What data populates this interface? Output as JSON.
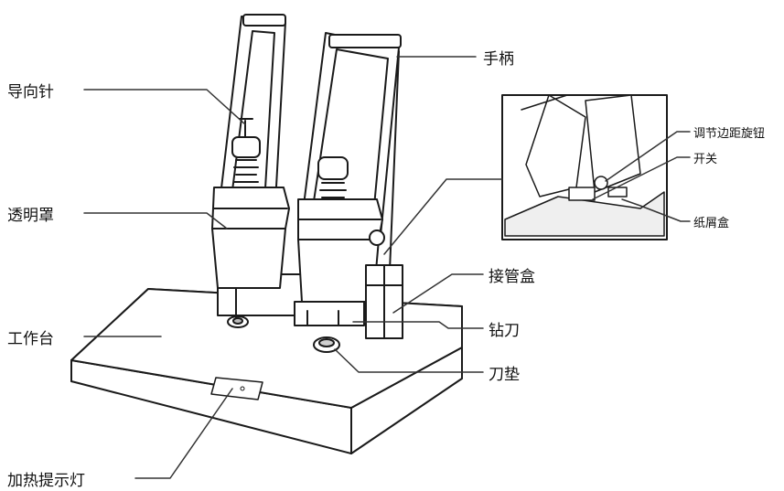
{
  "labels": {
    "guide_pin": "导向针",
    "transparent_cover": "透明罩",
    "worktable": "工作台",
    "heating_light": "加热提示灯",
    "handle": "手柄",
    "tube_box": "接管盒",
    "drill_blade": "钻刀",
    "blade_pad": "刀垫",
    "margin_knob": "调节边距旋钮",
    "switch": "开关",
    "scrap_box": "纸屑盒"
  },
  "colors": {
    "line": "#1a1a1a",
    "leader": "#333333",
    "fill": "#ffffff",
    "shade": "#d9d9d9"
  }
}
